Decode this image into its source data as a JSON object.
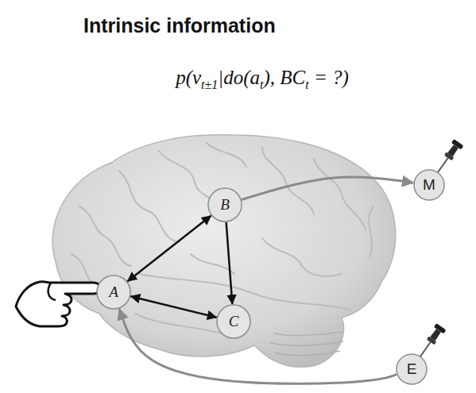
{
  "diagram": {
    "title": "Intrinsic information",
    "nodes": [
      {
        "text": [
          "A"
        ]
      },
      {
        "text": [
          "B"
        ]
      },
      {
        "text": [
          "C"
        ]
      },
      {
        "text": [
          "M"
        ]
      },
      {
        "text": [
          "E"
        ]
      }
    ],
    "edges": [
      {
        "from": 1,
        "to": 0,
        "arrow": "both"
      },
      {
        "from": 0,
        "to": 2,
        "arrow": "both"
      },
      {
        "from": 1,
        "to": 2,
        "arrow": "to"
      },
      {
        "from": 1,
        "to": 3,
        "arrow": "to"
      },
      {
        "from": 4,
        "to": 0,
        "arrow": "to"
      }
    ],
    "labels": [
      "p(vt±1|do(at), BCt = ?)"
    ]
  }
}
